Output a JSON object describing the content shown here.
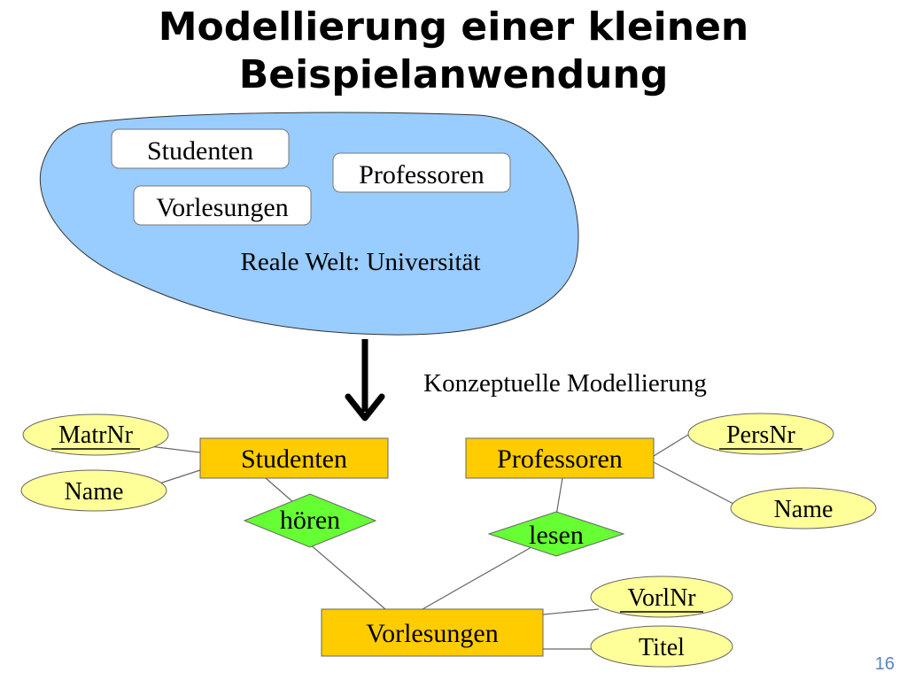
{
  "title_line1": "Modellierung einer kleinen",
  "title_line2": "Beispielanwendung",
  "real_world": {
    "label": "Reale Welt: Universität",
    "boxes": {
      "studenten": "Studenten",
      "professoren": "Professoren",
      "vorlesungen": "Vorlesungen"
    },
    "fill_color": "#99ccff"
  },
  "arrow_label": "Konzeptuelle Modellierung",
  "entities": {
    "studenten": "Studenten",
    "professoren": "Professoren",
    "vorlesungen": "Vorlesungen",
    "fill_color": "#ffcc00"
  },
  "relationships": {
    "hoeren": "hören",
    "lesen": "lesen",
    "fill_color": "#66ff33"
  },
  "attributes": {
    "matrnr": "MatrNr",
    "student_name": "Name",
    "persnr": "PersNr",
    "prof_name": "Name",
    "vorlnr": "VorlNr",
    "titel": "Titel",
    "fill_color": "#ffff99"
  },
  "page_number": "16"
}
